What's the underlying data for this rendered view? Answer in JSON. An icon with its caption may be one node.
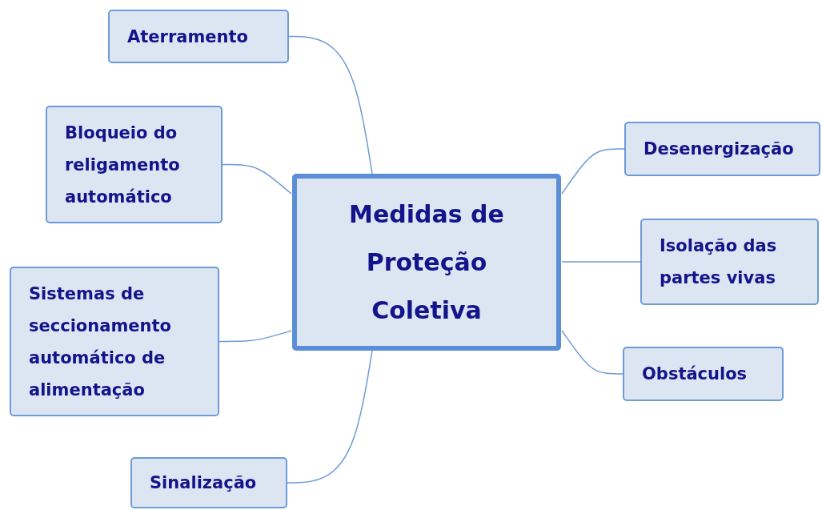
{
  "diagram": {
    "nodes": [
      {
        "text": [
          "Medidas de Proteção Coletiva"
        ]
      },
      {
        "text": [
          "Aterramento"
        ]
      },
      {
        "text": [
          "Bloqueio do religamento automático"
        ]
      },
      {
        "text": [
          "Sistemas de seccionamento automático de alimentação"
        ]
      },
      {
        "text": [
          "Sinalização"
        ]
      },
      {
        "text": [
          "Desenergização"
        ]
      },
      {
        "text": [
          "Isolação das partes vivas"
        ]
      },
      {
        "text": [
          "Obstáculos"
        ]
      }
    ],
    "edges": [
      {
        "from": 0,
        "to": 1,
        "arrow": "none"
      },
      {
        "from": 0,
        "to": 2,
        "arrow": "none"
      },
      {
        "from": 0,
        "to": 3,
        "arrow": "none"
      },
      {
        "from": 0,
        "to": 4,
        "arrow": "none"
      },
      {
        "from": 0,
        "to": 5,
        "arrow": "none"
      },
      {
        "from": 0,
        "to": 6,
        "arrow": "none"
      },
      {
        "from": 0,
        "to": 7,
        "arrow": "none"
      }
    ]
  }
}
